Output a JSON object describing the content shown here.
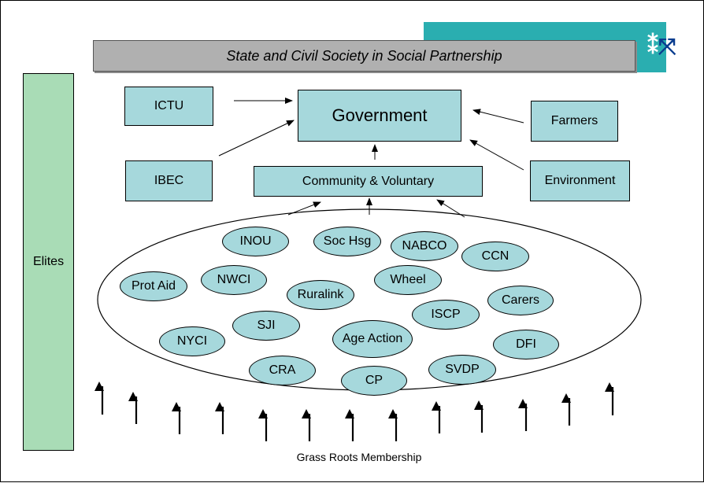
{
  "title": "State and Civil Society in Social Partnership",
  "colors": {
    "box_fill": "#a6d8dc",
    "elites_fill": "#a9dcb6",
    "title_fill": "#b0b0b0",
    "logo_fill": "#2aaeb0"
  },
  "nodes": {
    "government": "Government",
    "ictu": "ICTU",
    "ibec": "IBEC",
    "community": "Community & Voluntary",
    "farmers": "Farmers",
    "environment": "Environment",
    "elites": "Elites"
  },
  "organisations": [
    "INOU",
    "Soc Hsg",
    "NABCO",
    "CCN",
    "Prot Aid",
    "NWCI",
    "Ruralink",
    "Wheel",
    "Carers",
    "SJI",
    "Age Action",
    "ISCP",
    "NYCI",
    "DFI",
    "CRA",
    "CP",
    "SVDP"
  ],
  "caption": "Grass Roots Membership"
}
